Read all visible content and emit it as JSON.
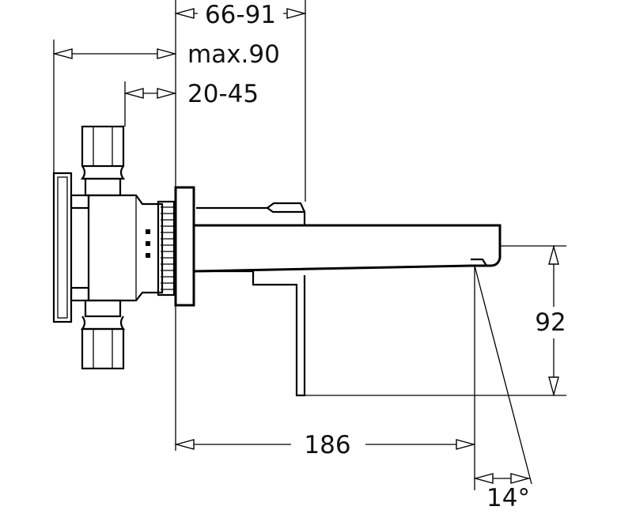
{
  "dimensions": {
    "top_range": "66-91",
    "max": "max.90",
    "small_range": "20-45",
    "spout_length": "186",
    "height": "92",
    "angle": "14°"
  }
}
